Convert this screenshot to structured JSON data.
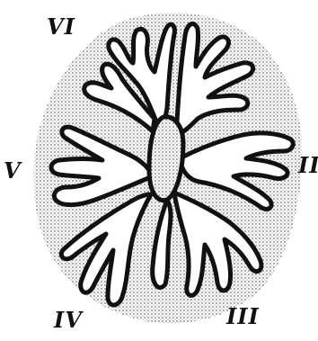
{
  "labels": {
    "vi": "VI",
    "v": "V",
    "iv": "IV",
    "iii": "III",
    "ii": "II"
  },
  "colors": {
    "ink": "#111111",
    "stipple": "#7a7a7a",
    "paper": "#ffffff"
  }
}
